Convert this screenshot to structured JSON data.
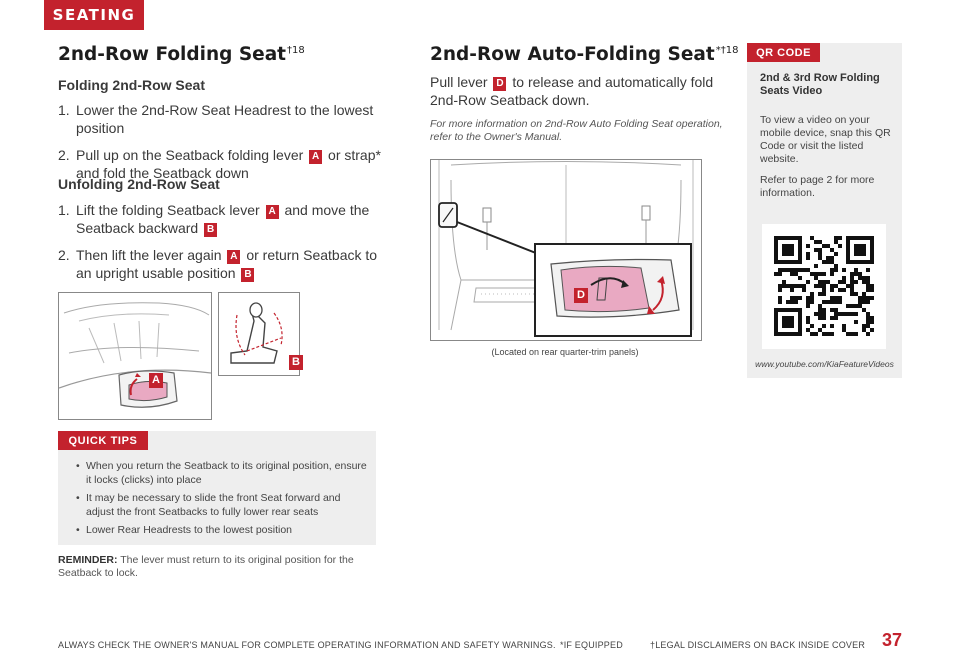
{
  "section_tab": "SEATING",
  "left": {
    "title": "2nd-Row Folding Seat",
    "title_sup": "†18",
    "folding_heading": "Folding 2nd-Row Seat",
    "folding_steps": [
      {
        "num": "1.",
        "text": "Lower the 2nd-Row Seat Headrest to the lowest position"
      },
      {
        "num": "2.",
        "text_a": "Pull up on the Seatback folding lever",
        "badge": "A",
        "text_b": "or strap* and fold the Seatback down"
      }
    ],
    "unfolding_heading": "Unfolding 2nd-Row Seat",
    "unfolding_steps": [
      {
        "num": "1.",
        "text_a": "Lift the folding Seatback lever",
        "badge": "A",
        "text_b": "and move the Seatback backward",
        "badge2": "B"
      },
      {
        "num": "2.",
        "text_a": "Then lift the lever again",
        "badge": "A",
        "text_b": "or return Seatback to an upright usable position",
        "badge2": "B"
      }
    ],
    "image_badges": [
      "A",
      "B"
    ]
  },
  "quick_tips": {
    "label": "QUICK TIPS",
    "items": [
      "When you return the Seatback to its original position, ensure it locks (clicks) into place",
      "It may be necessary to slide the front Seat forward and adjust the front Seatbacks to fully lower rear seats",
      "Lower Rear Headrests to the lowest position"
    ]
  },
  "reminder": {
    "label": "REMINDER:",
    "text": "The lever must return to its original position for the Seatback to lock."
  },
  "middle": {
    "title": "2nd-Row Auto-Folding Seat",
    "title_sup": "*†18",
    "body_a": "Pull lever",
    "badge": "D",
    "body_b": "to release and automatically fold 2nd-Row Seatback down.",
    "note": "For more information on 2nd-Row Auto Folding Seat operation, refer to the Owner's Manual.",
    "image_badge": "D",
    "caption": "(Located on rear quarter-trim panels)"
  },
  "qr": {
    "label": "QR CODE",
    "title": "2nd & 3rd Row Folding Seats Video",
    "text1": "To view a video on your mobile device, snap this QR Code or visit the listed website.",
    "text2": "Refer to page 2 for more information.",
    "url": "www.youtube.com/KiaFeatureVideos"
  },
  "footer": {
    "warning": "ALWAYS CHECK THE OWNER'S MANUAL FOR COMPLETE OPERATING INFORMATION AND SAFETY WARNINGS.",
    "if_equipped": "*IF EQUIPPED",
    "legal": "†LEGAL DISCLAIMERS ON BACK INSIDE COVER",
    "page": "37"
  },
  "colors": {
    "accent": "#c3222d",
    "panel": "#eeeeee"
  }
}
